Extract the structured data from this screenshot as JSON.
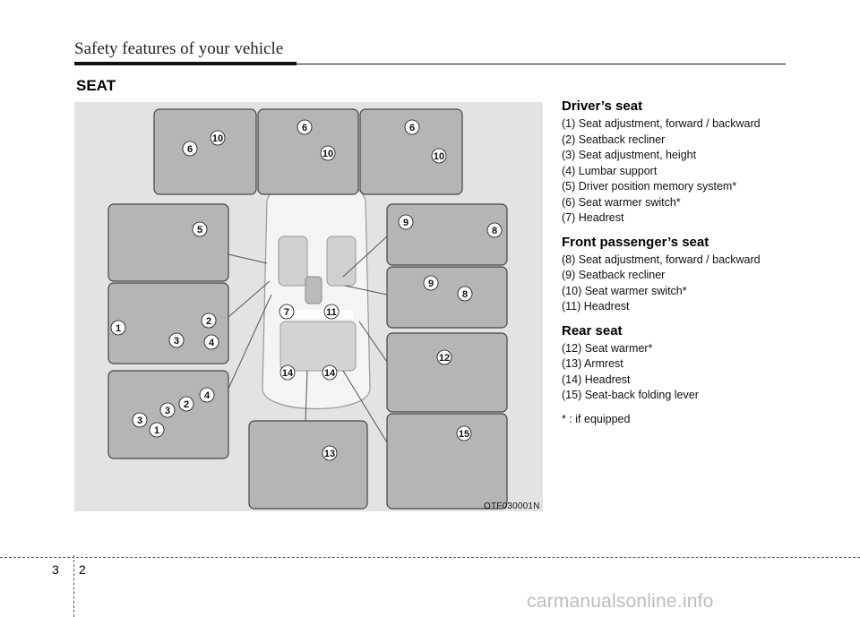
{
  "header": {
    "title": "Safety features of your vehicle"
  },
  "section_title": "SEAT",
  "figure": {
    "code": "OTF030001N",
    "callouts": [
      "1",
      "2",
      "3",
      "4",
      "5",
      "6",
      "7",
      "8",
      "9",
      "10",
      "11",
      "12",
      "13",
      "14",
      "15"
    ]
  },
  "drivers_seat": {
    "title": "Driver’s seat",
    "items": [
      "(1) Seat adjustment, forward / backward",
      "(2) Seatback recliner",
      "(3) Seat adjustment, height",
      "(4) Lumbar support",
      "(5) Driver position memory system*",
      "(6) Seat warmer switch*",
      "(7) Headrest"
    ]
  },
  "front_passenger_seat": {
    "title": "Front passenger’s seat",
    "items": [
      "(8) Seat adjustment, forward / backward",
      "(9) Seatback recliner",
      "(10) Seat warmer switch*",
      "(11) Headrest"
    ]
  },
  "rear_seat": {
    "title": "Rear seat",
    "items": [
      "(12) Seat warmer*",
      "(13) Armrest",
      "(14) Headrest",
      "(15) Seat-back folding lever"
    ]
  },
  "footnote": "* : if equipped",
  "page": {
    "chapter": "3",
    "number": "2"
  },
  "watermark": "carmanualsonline.info"
}
